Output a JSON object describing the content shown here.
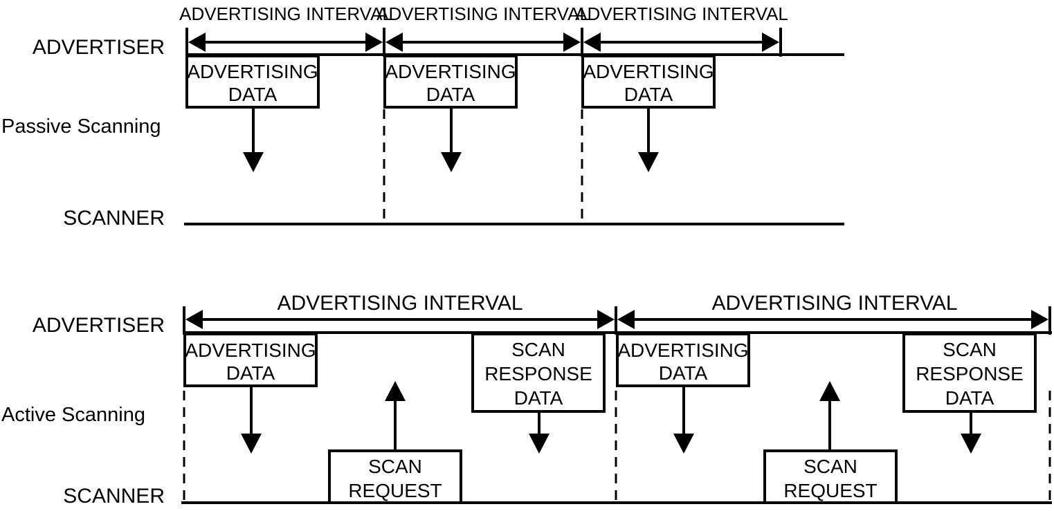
{
  "passive": {
    "mode_label": "Passive Scanning",
    "advertiser_label": "ADVERTISER",
    "scanner_label": "SCANNER",
    "intervals": [
      "ADVERTISING INTERVAL",
      "ADVERTISING INTERVAL",
      "ADVERTISING INTERVAL"
    ],
    "adv_boxes": [
      [
        "ADVERTISING",
        "DATA"
      ],
      [
        "ADVERTISING",
        "DATA"
      ],
      [
        "ADVERTISING",
        "DATA"
      ]
    ]
  },
  "active": {
    "mode_label": "Active Scanning",
    "advertiser_label": "ADVERTISER",
    "scanner_label": "SCANNER",
    "intervals": [
      "ADVERTISING INTERVAL",
      "ADVERTISING INTERVAL"
    ],
    "adv_boxes": [
      [
        "ADVERTISING",
        "DATA"
      ],
      [
        "ADVERTISING",
        "DATA"
      ]
    ],
    "scan_request_boxes": [
      [
        "SCAN",
        "REQUEST"
      ],
      [
        "SCAN",
        "REQUEST"
      ]
    ],
    "scan_response_boxes": [
      [
        "SCAN",
        "RESPONSE",
        "DATA"
      ],
      [
        "SCAN",
        "RESPONSE",
        "DATA"
      ]
    ]
  },
  "colors": {
    "ink": "#000000",
    "background": "#ffffff"
  }
}
